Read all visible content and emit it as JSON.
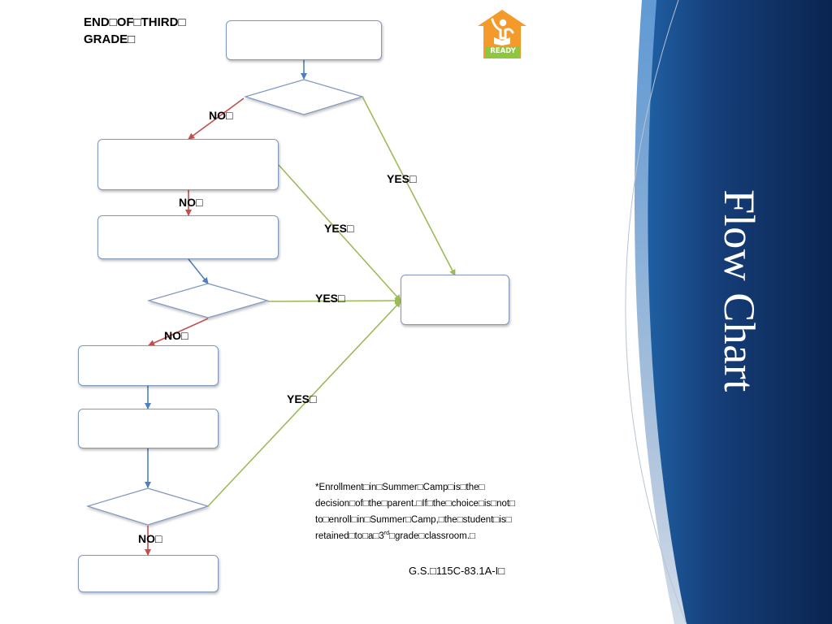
{
  "diagram": {
    "heading_line1": "END□OF□THIRD□",
    "heading_line2": "GRADE□",
    "edge_labels": {
      "no_1": "NO□",
      "no_2": "NO□",
      "no_3": "NO□",
      "no_4": "NO□",
      "yes_1": "YES□",
      "yes_2": "YES□",
      "yes_3": "YES□",
      "yes_4": "YES□"
    },
    "note": {
      "line1": "*Enrollment□in□Summer□Camp□is□the□",
      "line2": "decision□of□the□parent.□If□the□choice□is□not□",
      "line3": "to□enroll□in□Summer□Camp,□the□student□is□",
      "line4a": "retained□to□a□3",
      "line4_sup": "rd",
      "line4b": "□grade□classroom.□"
    },
    "reference": "G.S.□115C-83.1A-I□"
  },
  "logo": {
    "text": "READY",
    "icon": "ready-house-reader-icon"
  },
  "sidebar": {
    "title": "Flow Chart"
  },
  "colors": {
    "box_border": "#7f98c0",
    "arrow_blue": "#4f7fbf",
    "arrow_red": "#c0504d",
    "arrow_green": "#9bbb59",
    "sidebar_dark": "#0d2a5a",
    "sidebar_mid": "#1c4e8c",
    "logo_orange": "#f39a2b",
    "logo_green": "#8dc63f"
  }
}
